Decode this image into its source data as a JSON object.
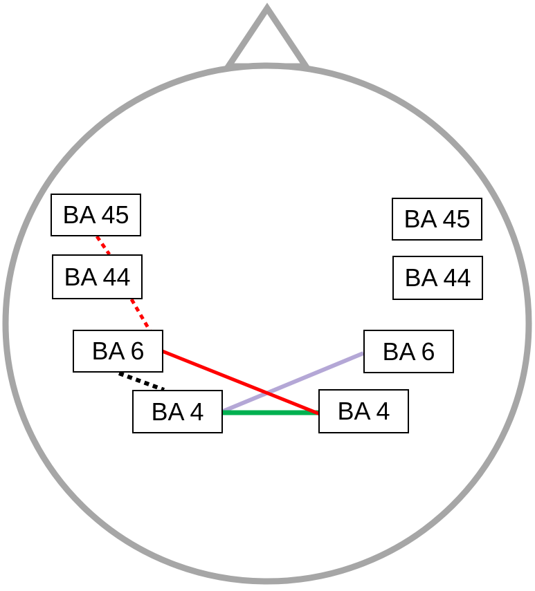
{
  "colors": {
    "head_outline": "#a6a6a6",
    "box_border": "#000000",
    "red": "#ff0000",
    "black": "#000000",
    "green": "#00b050",
    "lavender": "#b4a7d6"
  },
  "regions": {
    "left_ba45": "BA 45",
    "left_ba44": "BA 44",
    "left_ba6": "BA 6",
    "left_ba4": "BA 4",
    "right_ba45": "BA 45",
    "right_ba44": "BA 44",
    "right_ba6": "BA 6",
    "right_ba4": "BA 4"
  },
  "connections": [
    {
      "from": "left_ba45",
      "to": "left_ba44",
      "color": "red",
      "style": "dotted"
    },
    {
      "from": "left_ba44",
      "to": "left_ba6",
      "color": "red",
      "style": "dotted"
    },
    {
      "from": "left_ba6",
      "to": "right_ba4",
      "color": "red",
      "style": "solid"
    },
    {
      "from": "left_ba6",
      "to": "left_ba4",
      "color": "black",
      "style": "dotted"
    },
    {
      "from": "left_ba4",
      "to": "right_ba4",
      "color": "green",
      "style": "solid"
    },
    {
      "from": "left_ba4",
      "to": "right_ba6",
      "color": "lavender",
      "style": "solid"
    }
  ]
}
